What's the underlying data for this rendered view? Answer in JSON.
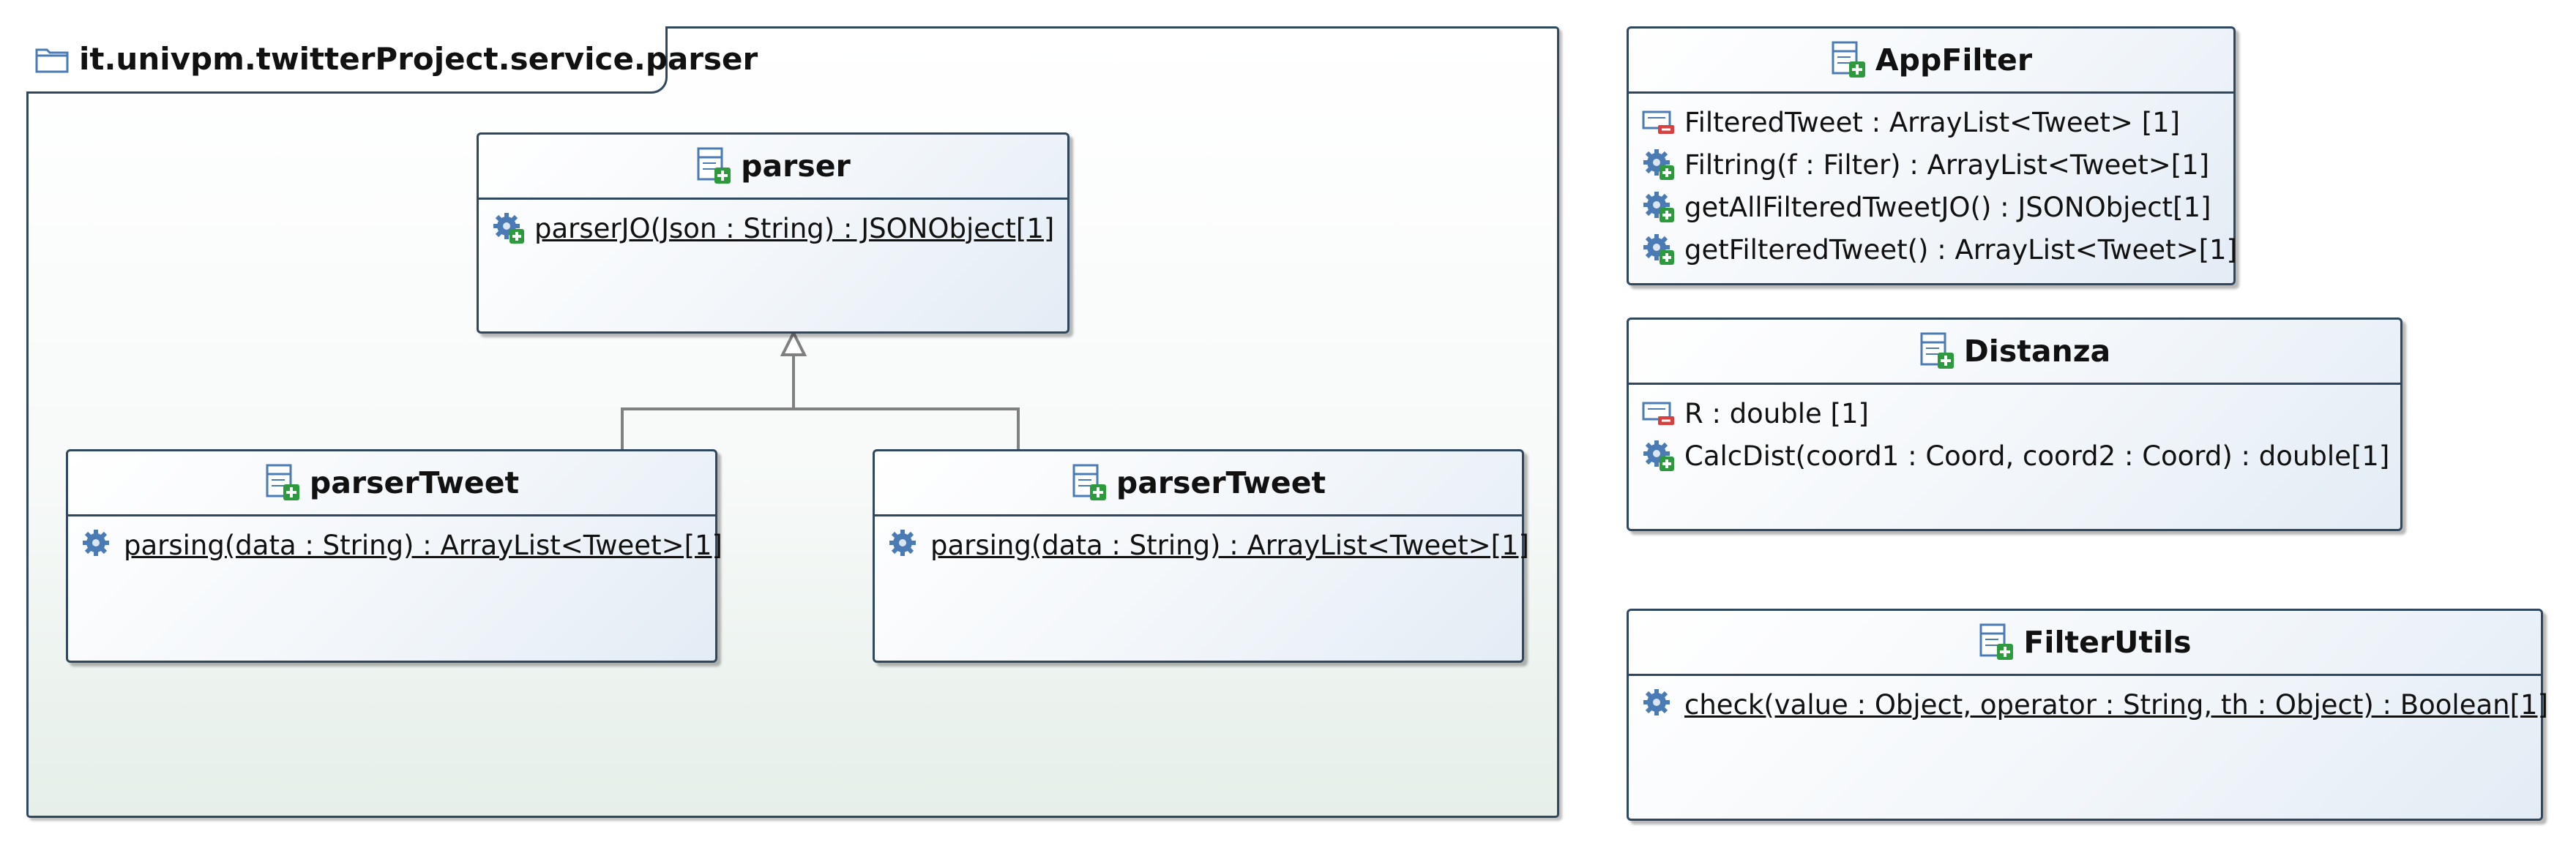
{
  "package": {
    "title": "it.univpm.twitterProject.service.parser",
    "icon": "folder-icon"
  },
  "classes": {
    "parser": {
      "name": "parser",
      "members": [
        {
          "text": "parserJO(Json : String) : JSONObject[1]",
          "icon": "public-static-method-icon",
          "static": true
        }
      ]
    },
    "parserTweet_left": {
      "name": "parserTweet",
      "members": [
        {
          "text": "parsing(data : String) : ArrayList<Tweet>[1]",
          "icon": "static-method-icon",
          "static": true
        }
      ]
    },
    "parserTweet_right": {
      "name": "parserTweet",
      "members": [
        {
          "text": "parsing(data : String) : ArrayList<Tweet>[1]",
          "icon": "static-method-icon",
          "static": true
        }
      ]
    },
    "AppFilter": {
      "name": "AppFilter",
      "members": [
        {
          "text": "FilteredTweet : ArrayList<Tweet>  [1]",
          "icon": "private-attribute-icon",
          "static": false
        },
        {
          "text": "Filtring(f : Filter) : ArrayList<Tweet>[1]",
          "icon": "public-method-icon",
          "static": false
        },
        {
          "text": "getAllFilteredTweetJO() : JSONObject[1]",
          "icon": "public-method-icon",
          "static": false
        },
        {
          "text": "getFilteredTweet() : ArrayList<Tweet>[1]",
          "icon": "public-method-icon",
          "static": false
        }
      ]
    },
    "Distanza": {
      "name": "Distanza",
      "members": [
        {
          "text": "R : double [1]",
          "icon": "private-attribute-icon",
          "static": false
        },
        {
          "text": "CalcDist(coord1 : Coord, coord2 : Coord) : double[1]",
          "icon": "public-method-icon",
          "static": false
        }
      ]
    },
    "FilterUtils": {
      "name": "FilterUtils",
      "members": [
        {
          "text": "check(value : Object, operator : String, th : Object) : Boolean[1]",
          "icon": "static-method-icon",
          "static": true
        }
      ]
    }
  },
  "relations": [
    {
      "type": "generalization",
      "from": "parserTweet",
      "to": "parser"
    },
    {
      "type": "generalization",
      "from": "parserTweet",
      "to": "parser"
    }
  ],
  "colors": {
    "border": "#2f4860",
    "connector": "#808080",
    "plus": "#2e9a3e",
    "minus": "#d84040",
    "gear": "#4a7bb5"
  }
}
